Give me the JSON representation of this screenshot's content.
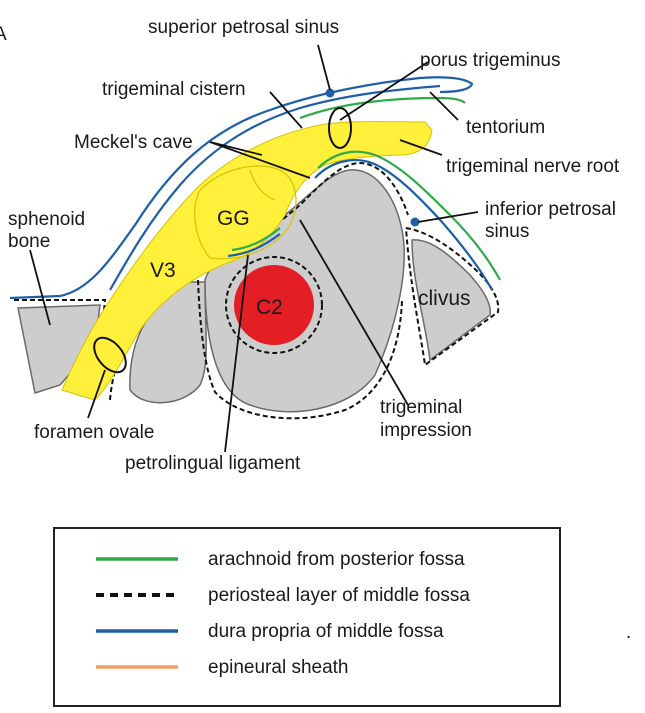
{
  "labels": {
    "superior_petrosal_sinus": "superior petrosal sinus",
    "porus_trigeminus": "porus trigeminus",
    "trigeminal_cistern": "trigeminal cistern",
    "tentorium": "tentorium",
    "meckels_cave": "Meckel's cave",
    "trigeminal_nerve_root": "trigeminal nerve root",
    "sphenoid_bone_1": "sphenoid",
    "sphenoid_bone_2": "bone",
    "inferior_petrosal_sinus_1": "inferior petrosal",
    "inferior_petrosal_sinus_2": "sinus",
    "gg": "GG",
    "v3": "V3",
    "c2": "C2",
    "clivus": "clivus",
    "foramen_ovale": "foramen ovale",
    "trigeminal_impression_1": "trigeminal",
    "trigeminal_impression_2": "impression",
    "petrolingual_ligament": "petrolingual ligament",
    "corner_mark": "A"
  },
  "legend": [
    {
      "text": "arachnoid from posterior fossa",
      "color": "#2eaa4a",
      "style": "solid"
    },
    {
      "text": "periosteal layer of middle fossa",
      "color": "#111111",
      "style": "dashed"
    },
    {
      "text": "dura propria of middle fossa",
      "color": "#1f5fa8",
      "style": "solid"
    },
    {
      "text": "epineural sheath",
      "color": "#f0a060",
      "style": "solid"
    }
  ],
  "colors": {
    "nerve": "#fff03c",
    "artery": "#e31e24",
    "bone": "#cdcdcd",
    "arachnoid": "#2eaa4a",
    "dura": "#1f5fa8",
    "epineural": "#f0a060",
    "sinus_dot": "#1f5fa8"
  }
}
